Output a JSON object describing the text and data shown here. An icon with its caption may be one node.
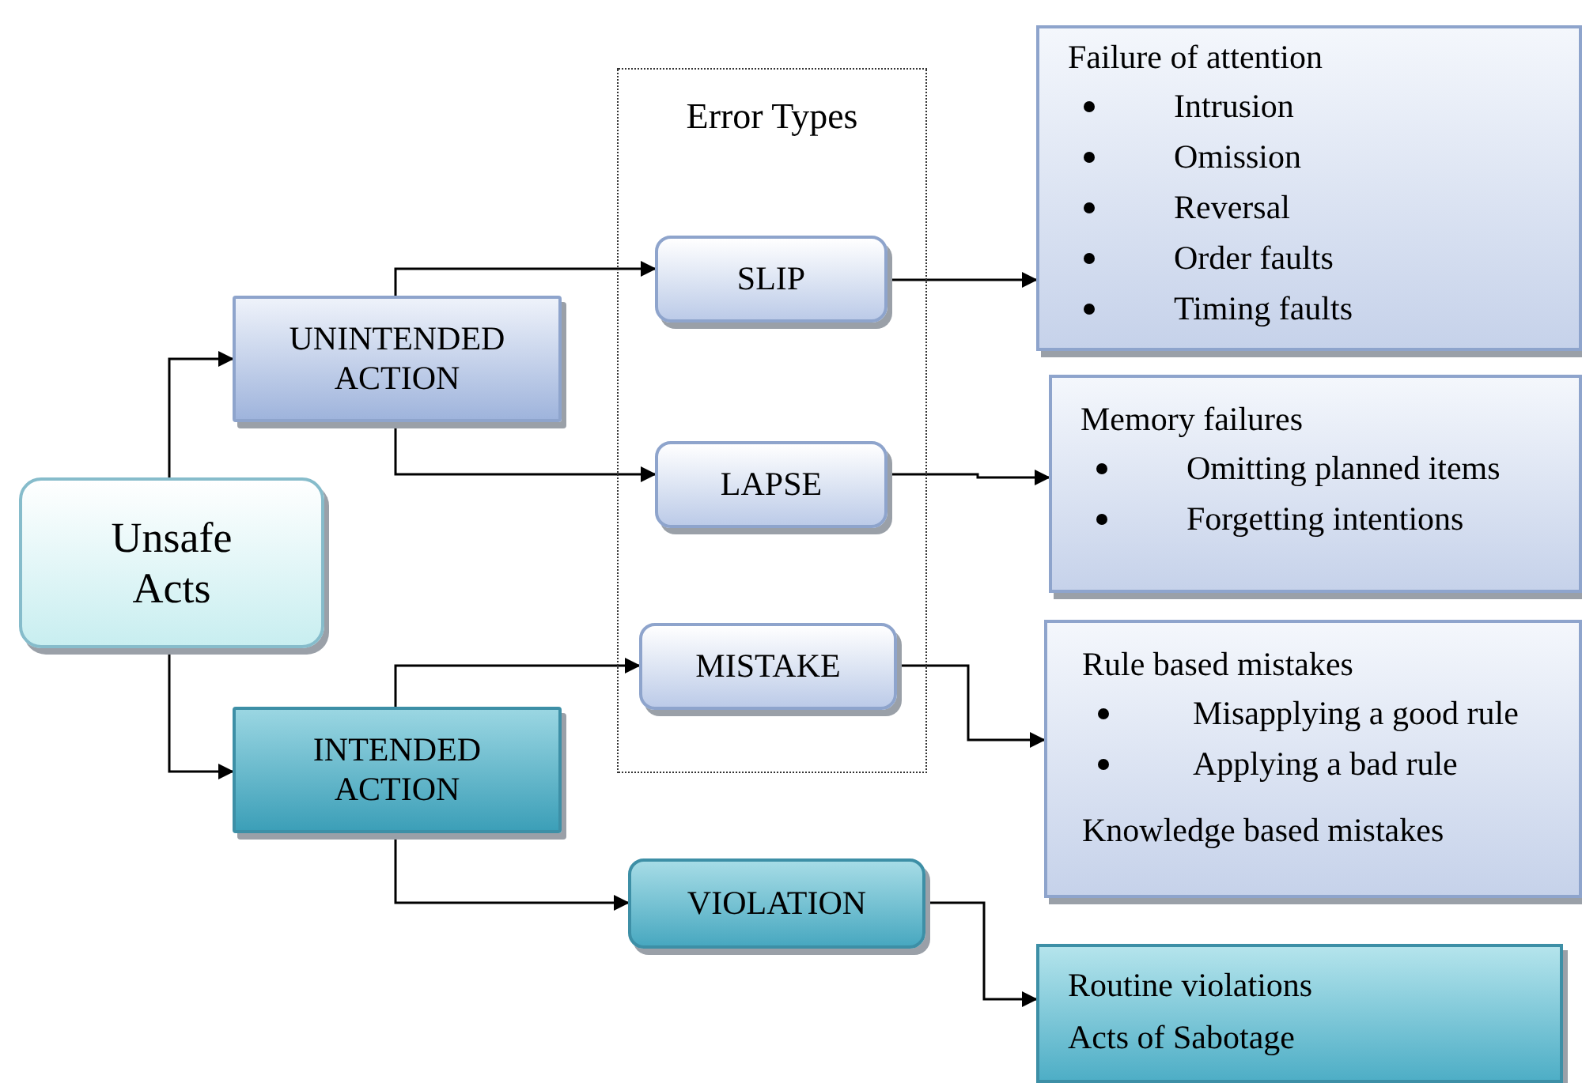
{
  "diagram": {
    "nodes": [
      {
        "text": [
          "Unsafe Acts"
        ]
      },
      {
        "text": [
          "UNINTENDED ACTION"
        ]
      },
      {
        "text": [
          "INTENDED ACTION"
        ]
      },
      {
        "text": [
          "Error Types"
        ]
      },
      {
        "text": [
          "SLIP"
        ],
        "in": 3
      },
      {
        "text": [
          "LAPSE"
        ],
        "in": 3
      },
      {
        "text": [
          "MISTAKE"
        ],
        "in": 3
      },
      {
        "text": [
          "VIOLATION"
        ]
      },
      {
        "text": [
          "Failure of attention",
          "Intrusion",
          "Omission",
          "Reversal",
          "Order faults",
          "Timing faults"
        ]
      },
      {
        "text": [
          "Memory failures",
          "Omitting planned items",
          "Forgetting intentions"
        ]
      },
      {
        "text": [
          "Rule based mistakes",
          "Misapplying a good rule",
          "Applying a bad rule",
          "Knowledge based mistakes"
        ]
      },
      {
        "text": [
          "Routine violations",
          "Acts of Sabotage"
        ]
      }
    ],
    "edges": [
      {
        "from": 0,
        "to": 1,
        "arrow": "to"
      },
      {
        "from": 0,
        "to": 2,
        "arrow": "to"
      },
      {
        "from": 1,
        "to": 4,
        "arrow": "to"
      },
      {
        "from": 1,
        "to": 5,
        "arrow": "to"
      },
      {
        "from": 2,
        "to": 6,
        "arrow": "to"
      },
      {
        "from": 2,
        "to": 7,
        "arrow": "to"
      },
      {
        "from": 4,
        "to": 8,
        "arrow": "to"
      },
      {
        "from": 5,
        "to": 9,
        "arrow": "to"
      },
      {
        "from": 6,
        "to": 10,
        "arrow": "to"
      },
      {
        "from": 7,
        "to": 11,
        "arrow": "to"
      }
    ]
  }
}
